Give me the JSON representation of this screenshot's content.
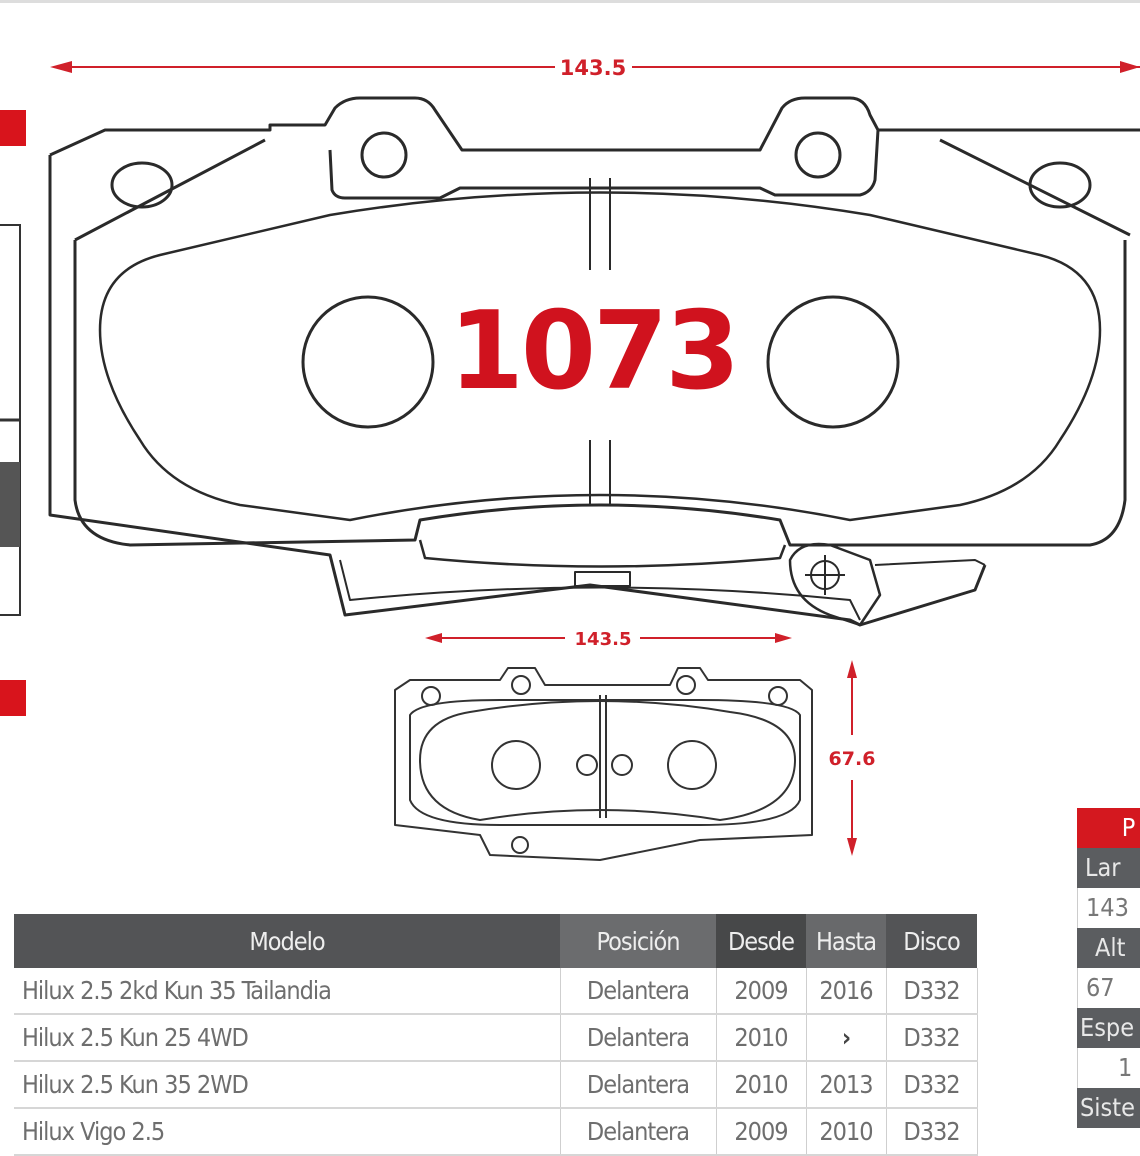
{
  "product": {
    "code": "1073",
    "accent_color": "#d0121e",
    "dimensions": {
      "main_width": "143.5",
      "small_width": "143.5",
      "small_height": "67.6"
    }
  },
  "applications_table": {
    "headers": [
      "Modelo",
      "Posición",
      "Desde",
      "Hasta",
      "Disco"
    ],
    "rows": [
      [
        "Hilux 2.5 2kd Kun 35 Tailandia",
        "Delantera",
        "2009",
        "2016",
        "D332"
      ],
      [
        "Hilux 2.5 Kun 25 4WD",
        "Delantera",
        "2010",
        "›",
        "D332"
      ],
      [
        "Hilux 2.5 Kun 35 2WD",
        "Delantera",
        "2010",
        "2013",
        "D332"
      ],
      [
        "Hilux Vigo 2.5",
        "Delantera",
        "2009",
        "2010",
        "D332"
      ]
    ]
  },
  "specs_partial": {
    "header": "P",
    "items": [
      {
        "label": "Lar",
        "value": "143"
      },
      {
        "label": "Alt",
        "value": "67"
      },
      {
        "label": "Espe",
        "value": "1"
      },
      {
        "label": "Siste",
        "value": ""
      }
    ]
  }
}
